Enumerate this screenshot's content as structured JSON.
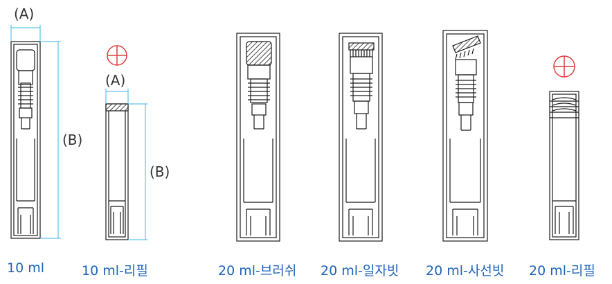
{
  "colors": {
    "outline": "#1a1a1a",
    "dimension": "#39b6e6",
    "caption": "#1e63b8",
    "marker": "#e23b3b",
    "dim_text": "#333333"
  },
  "dimension_labels": {
    "a": "(A)",
    "b": "(B)"
  },
  "products": [
    {
      "id": "p1",
      "label": "10 ml"
    },
    {
      "id": "p2",
      "label": "10 ml-리필"
    },
    {
      "id": "p3",
      "label": "20 ml-브러쉬"
    },
    {
      "id": "p4",
      "label": "20 ml-일자빗"
    },
    {
      "id": "p5",
      "label": "20 ml-사선빗"
    },
    {
      "id": "p6",
      "label": "20 ml-리필"
    }
  ]
}
